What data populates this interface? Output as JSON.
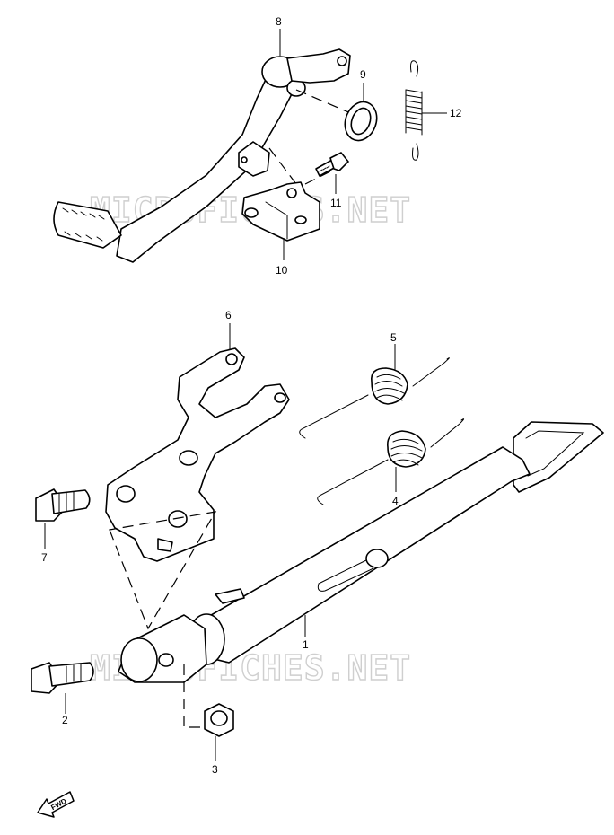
{
  "watermark": "MICROFICHES.NET",
  "fwd_label": "FWD",
  "callouts": [
    {
      "id": "1",
      "label": "1"
    },
    {
      "id": "2",
      "label": "2"
    },
    {
      "id": "3",
      "label": "3"
    },
    {
      "id": "4",
      "label": "4"
    },
    {
      "id": "5",
      "label": "5"
    },
    {
      "id": "6",
      "label": "6"
    },
    {
      "id": "7",
      "label": "7"
    },
    {
      "id": "8",
      "label": "8"
    },
    {
      "id": "9",
      "label": "9"
    },
    {
      "id": "10",
      "label": "10"
    },
    {
      "id": "11",
      "label": "11"
    },
    {
      "id": "12",
      "label": "12"
    }
  ]
}
